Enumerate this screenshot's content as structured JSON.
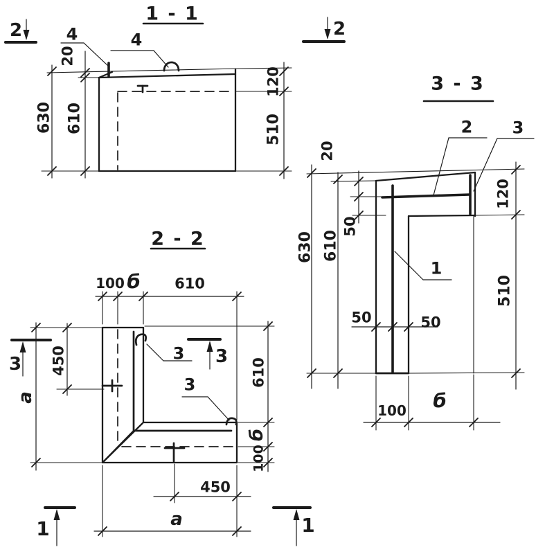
{
  "colors": {
    "ink": "#1b1b1b",
    "paper": "#ffffff"
  },
  "sections": {
    "s11": {
      "title": "1 - 1",
      "dim_total_height": "630",
      "dim_body_height": "610",
      "dim_top": "20",
      "dim_right_top": "120",
      "dim_right_bottom": "510",
      "leader_left": "4",
      "leader_right": "4"
    },
    "s22": {
      "title": "2 - 2",
      "dim_top_100": "100",
      "dim_top_b": "б",
      "dim_top_610": "610",
      "dim_left_450": "450",
      "dim_left_total": "а",
      "dim_bottom_450": "450",
      "dim_bottom_total": "а",
      "dim_right_610": "610",
      "dim_right_b": "б",
      "dim_right_100": "100",
      "leader_inner": "3",
      "leader_outer": "3"
    },
    "s33": {
      "title": "3 - 3",
      "dim_top": "20",
      "dim_total_height": "630",
      "dim_body_height": "610",
      "dim_bar_top": "50",
      "dim_bottom_50_left": "50",
      "dim_bottom_50_right": "50",
      "dim_bottom_100": "100",
      "dim_bottom_b": "б",
      "dim_right_120": "120",
      "dim_right_510": "510",
      "leader_1": "1",
      "leader_2": "2",
      "leader_3": "3"
    }
  },
  "markers": {
    "cut2_left": "2",
    "cut2_right": "2",
    "cut3_left": "3",
    "cut3_mid": "3",
    "cut1_left": "1",
    "cut1_right": "1"
  }
}
